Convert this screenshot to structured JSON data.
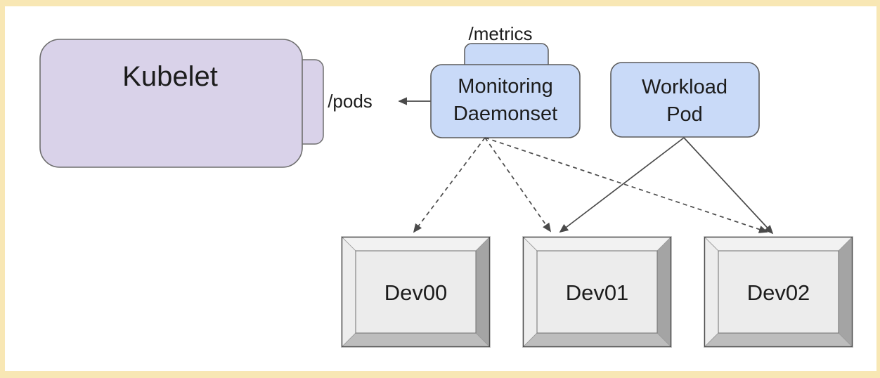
{
  "colors": {
    "frame_border": "#F8E7B4",
    "node_purple": "#D9D2E9",
    "node_blue": "#C9DAF8",
    "arrow": "#4a4a4a"
  },
  "nodes": {
    "kubelet": {
      "label": "Kubelet"
    },
    "monitoring_daemonset": {
      "label_line1": "Monitoring",
      "label_line2": "Daemonset"
    },
    "workload_pod": {
      "label_line1": "Workload",
      "label_line2": "Pod"
    },
    "devices": [
      {
        "label": "Dev00"
      },
      {
        "label": "Dev01"
      },
      {
        "label": "Dev02"
      }
    ]
  },
  "endpoints": {
    "pods": {
      "label": "/pods"
    },
    "metrics": {
      "label": "/metrics"
    }
  },
  "edges": {
    "monitoring_to_kubelet": {
      "style": "solid",
      "from": "Monitoring Daemonset",
      "to": "Kubelet /pods"
    },
    "monitoring_to_devices": {
      "style": "dashed",
      "from": "Monitoring Daemonset",
      "to": [
        "Dev00",
        "Dev01",
        "Dev02"
      ]
    },
    "workload_to_devices": {
      "style": "solid",
      "from": "Workload Pod",
      "to": [
        "Dev01",
        "Dev02"
      ]
    }
  }
}
